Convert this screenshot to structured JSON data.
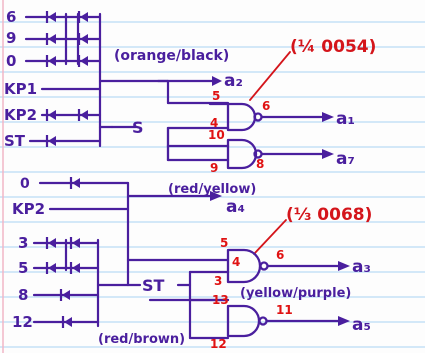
{
  "colors": {
    "paper": "#fdfdfd",
    "ruling": "#a9d4f2",
    "margin": "#f2b6c6",
    "wire": "#4a1f9e",
    "pin": "#e01212",
    "part": "#d4151b"
  },
  "inputs_top": [
    "6",
    "9",
    "0",
    "KP1",
    "KP2",
    "ST"
  ],
  "inputs_mid": [
    "0",
    "KP2"
  ],
  "inputs_bot": [
    "3",
    "5",
    "8",
    "12"
  ],
  "node_s": "S",
  "node_st": "ST",
  "wire_labels": {
    "orange_black": "(orange/black)",
    "red_yellow": "(red/yellow)",
    "yellow_purple": "(yellow/purple)",
    "red_brown": "(red/brown)"
  },
  "parts": {
    "top": "(¼ 0054)",
    "bottom": "(⅓ 0068)"
  },
  "outputs": {
    "a2": "a₂",
    "a1": "a₁",
    "a7": "a₇",
    "a4": "a₄",
    "a3": "a₃",
    "a5": "a₅"
  },
  "pins": {
    "g1_in_top": "5",
    "g1_in_bot": "4",
    "g1_out": "6",
    "g2_in": "10",
    "g2_in_low": "9",
    "g2_out": "8",
    "g3_in_top": "5",
    "g3_in_mid": "4",
    "g3_out": "6",
    "g3_in_bot": "3",
    "g4_in_top": "13",
    "g4_in_bot": "12",
    "g4_out": "11"
  }
}
